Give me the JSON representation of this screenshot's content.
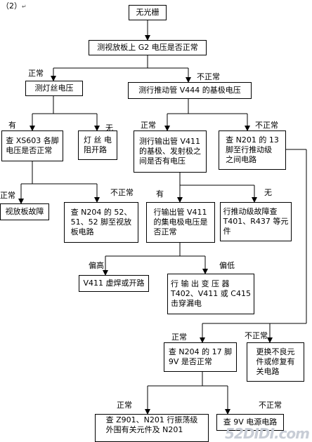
{
  "section_label": "（2）",
  "nodes": {
    "no_raster": "无光栅",
    "test_g2": "测视放板上 G2 电压是否正常",
    "test_filament": "测灯丝电压",
    "test_v444": "测行推动管 V444 的基极电压",
    "check_xs603": "查 XS603 各脚\n电压是否正常",
    "filament_open": "灯 丝 电\n阻开路",
    "test_v411_be": "测行输出管 V411\n的基极、发射极之\n间是否有电压",
    "check_n201_13": "查 N201 的 13\n脚至行推动级\n之间电路",
    "video_board_fault": "视放板故障",
    "check_n204": "查 N204 的 52、\n51、52 脚至视放\n板电路",
    "test_v411_c": "行输出管 V411\n的集电极电压是\n否正常",
    "check_t401": "行推动级故障查\nT401、R437 等元\n件",
    "v411_open": "V411 虚焊或开路",
    "transformer_fault": "行 输 出 变 压 器\nT402、V411 或 C415\n击穿漏电",
    "check_n204_17": "查 N204 的 17 脚\n9V 是否正常",
    "replace_parts": "更换不良元\n件或修复有\n关电路",
    "check_z901": "查 Z901、N201 行振荡级\n外围有关元件及 N201",
    "check_9v": "查 9V 电源电路"
  },
  "edge_labels": {
    "normal": "正常",
    "abnormal": "不正常",
    "yes": "有",
    "no": "无",
    "high": "偏高",
    "low": "偏低"
  },
  "watermark": "52DIDI.com"
}
